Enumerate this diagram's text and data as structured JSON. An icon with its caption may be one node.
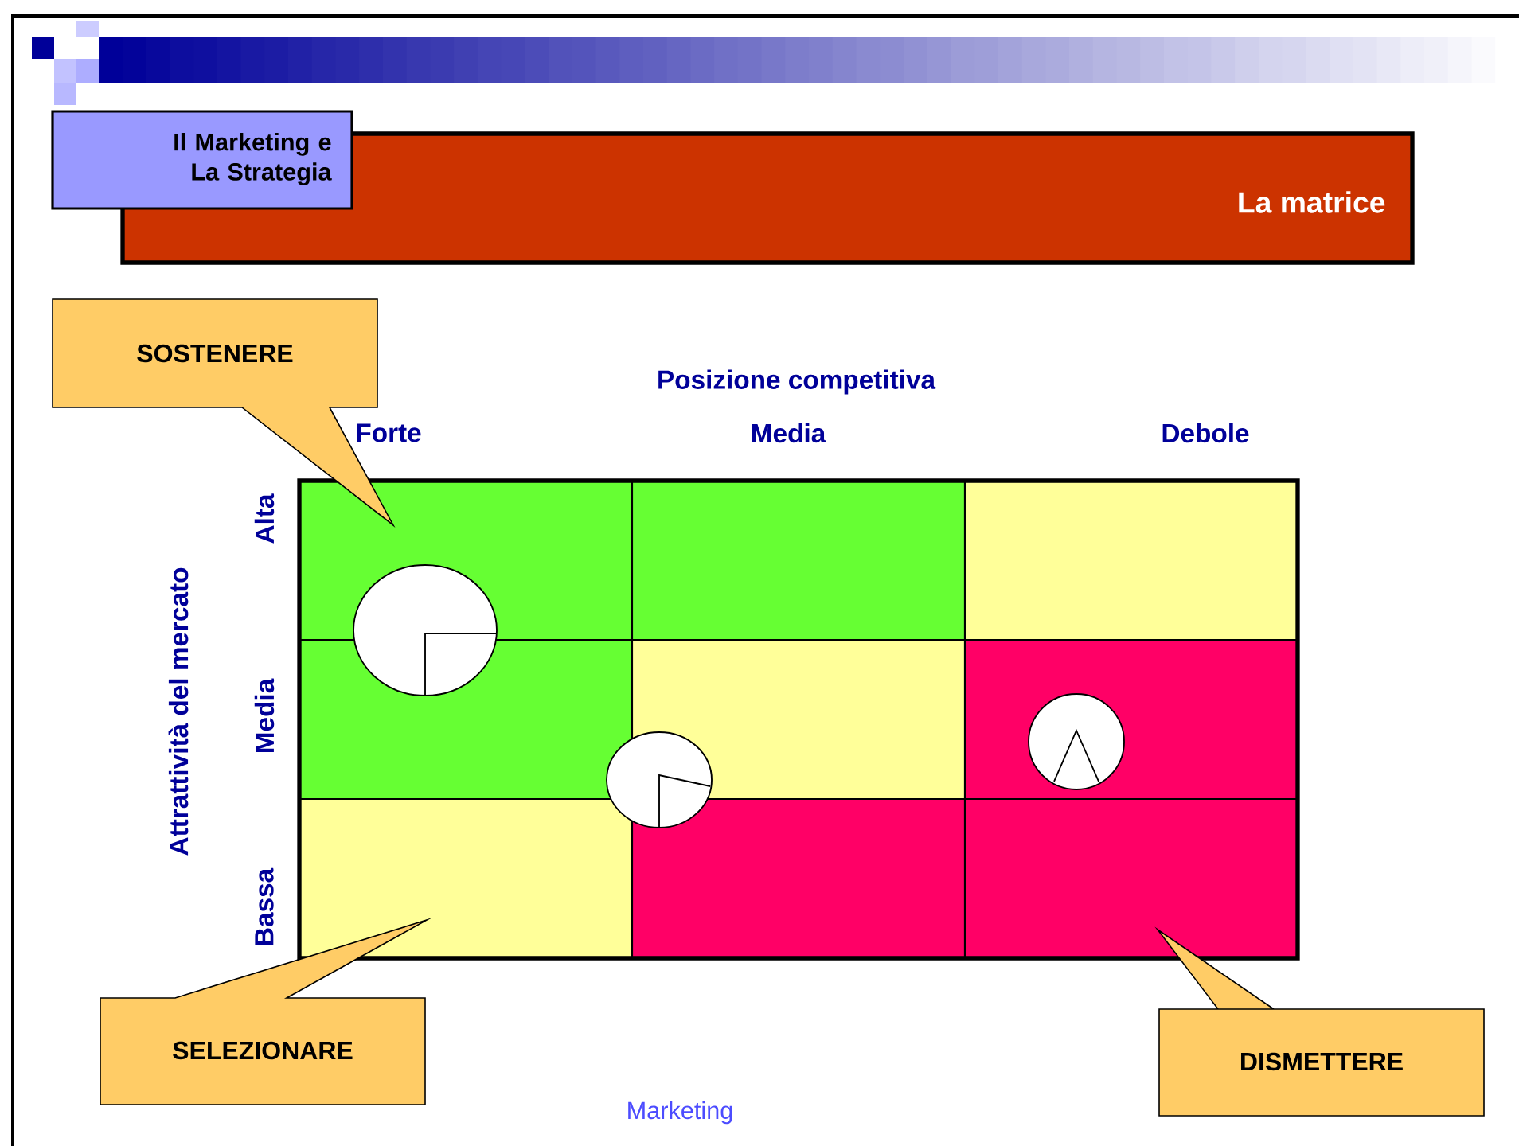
{
  "diagram": {
    "title": "La matrice",
    "nodes": [
      {
        "text": [
          "Il Marketing e La Strategia"
        ]
      },
      {
        "text": [
          "SOSTENERE"
        ]
      },
      {
        "text": [
          "SELEZIONARE"
        ]
      },
      {
        "text": [
          "DISMETTERE"
        ]
      }
    ],
    "labels": [
      "Posizione competitiva",
      "Forte",
      "Media",
      "Debole",
      "Attrattività del mercato",
      "Alta",
      "Media",
      "Bassa",
      "Marketing"
    ]
  }
}
